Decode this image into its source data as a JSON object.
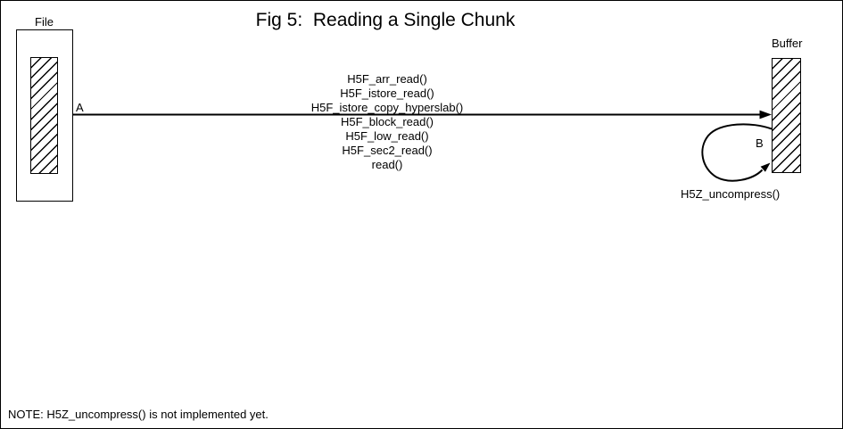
{
  "title": "Fig 5:  Reading a Single Chunk",
  "file": {
    "label": "File"
  },
  "buffer": {
    "label": "Buffer"
  },
  "read_path": {
    "label": "A",
    "functions": [
      "H5F_arr_read()",
      "H5F_istore_read()",
      "H5F_istore_copy_hyperslab()",
      "H5F_block_read()",
      "H5F_low_read()",
      "H5F_sec2_read()",
      "read()"
    ]
  },
  "uncompress_path": {
    "label": "B",
    "function": "H5Z_uncompress()"
  },
  "note": "NOTE: H5Z_uncompress() is not implemented yet.",
  "colors": {
    "ink": "#000000",
    "background": "#ffffff"
  }
}
